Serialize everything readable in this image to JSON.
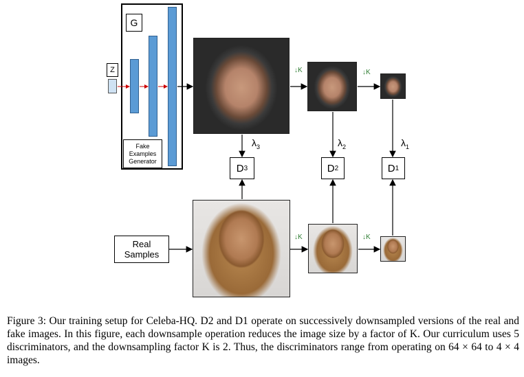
{
  "figure": {
    "generator": {
      "g_label": "G",
      "z_label": "Z",
      "box_label": "Fake Examples Generator"
    },
    "discriminators": [
      {
        "label": "D",
        "sub": "3",
        "lambda": "λ",
        "lambda_sub": "3"
      },
      {
        "label": "D",
        "sub": "2",
        "lambda": "λ",
        "lambda_sub": "2"
      },
      {
        "label": "D",
        "sub": "1",
        "lambda": "λ",
        "lambda_sub": "1"
      }
    ],
    "downsample_label": "K",
    "real_samples_label": "Real Samples",
    "colors": {
      "layer_bar": "#5b9bd5",
      "z_input": "#cfe2f3",
      "k_arrow": "#2e7d32",
      "gen_arrow": "#cc0000"
    }
  },
  "caption": {
    "text": "Figure 3: Our training setup for Celeba-HQ. D2 and D1 operate on successively downsampled versions of the real and fake images. In this figure, each downsample operation reduces the image size by a factor of K. Our curriculum uses 5 discriminators, and the downsampling factor K is 2. Thus, the discriminators range from operating on 64 × 64 to 4 × 4 images."
  }
}
